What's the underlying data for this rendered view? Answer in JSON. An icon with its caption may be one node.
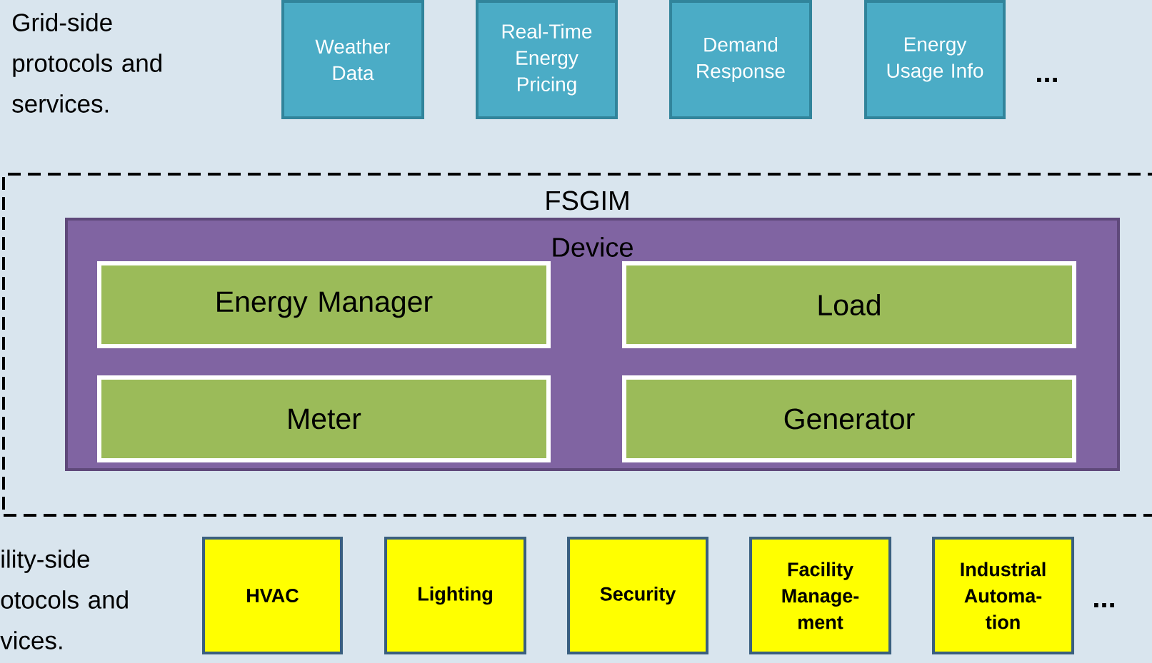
{
  "diagram": {
    "nodes": [
      {
        "text": [
          "Weather Data"
        ]
      },
      {
        "text": [
          "Real-Time Energy Pricing"
        ]
      },
      {
        "text": [
          "Demand Response"
        ]
      },
      {
        "text": [
          "Energy Usage Info"
        ]
      },
      {
        "text": [
          "FSGIM"
        ]
      },
      {
        "text": [
          "Device"
        ],
        "in": 4
      },
      {
        "text": [
          "Energy Manager"
        ],
        "in": 5
      },
      {
        "text": [
          "Load"
        ],
        "in": 5
      },
      {
        "text": [
          "Meter"
        ],
        "in": 5
      },
      {
        "text": [
          "Generator"
        ],
        "in": 5
      },
      {
        "text": [
          "HVAC"
        ]
      },
      {
        "text": [
          "Lighting"
        ]
      },
      {
        "text": [
          "Security"
        ]
      },
      {
        "text": [
          "Facility Manage- ment"
        ]
      },
      {
        "text": [
          "Industrial Automa- tion"
        ]
      }
    ],
    "labels": [
      "Grid-side protocols and services.",
      "...",
      "ility-side otocols and vices.",
      "..."
    ]
  }
}
